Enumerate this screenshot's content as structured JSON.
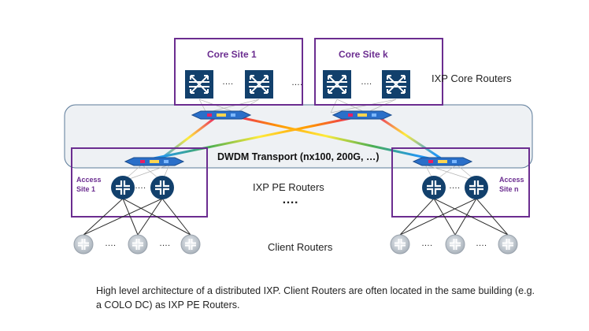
{
  "labels": {
    "core_site_1": "Core Site 1",
    "core_site_k": "Core Site k",
    "ixp_core_routers": "IXP Core Routers",
    "dwdm_transport": "DWDM Transport (nx100, 200G, …)",
    "access_site_1_line1": "Access",
    "access_site_1_line2": "Site 1",
    "access_site_n_line1": "Access",
    "access_site_n_line2": "Site n",
    "ixp_pe_routers": "IXP PE Routers",
    "client_routers": "Client Routers",
    "ellipsis": "…."
  },
  "caption": "High level architecture of a distributed IXP. Client Routers are often located in the same building (e.g. a COLO DC) as IXP PE Routers.",
  "colors": {
    "site_border": "#6b2d90",
    "router_fill": "#12406c",
    "transport_band": "#eef1f4"
  },
  "icons": [
    "core-router-icon",
    "pe-router-icon",
    "client-router-icon",
    "dwdm-node-icon"
  ]
}
